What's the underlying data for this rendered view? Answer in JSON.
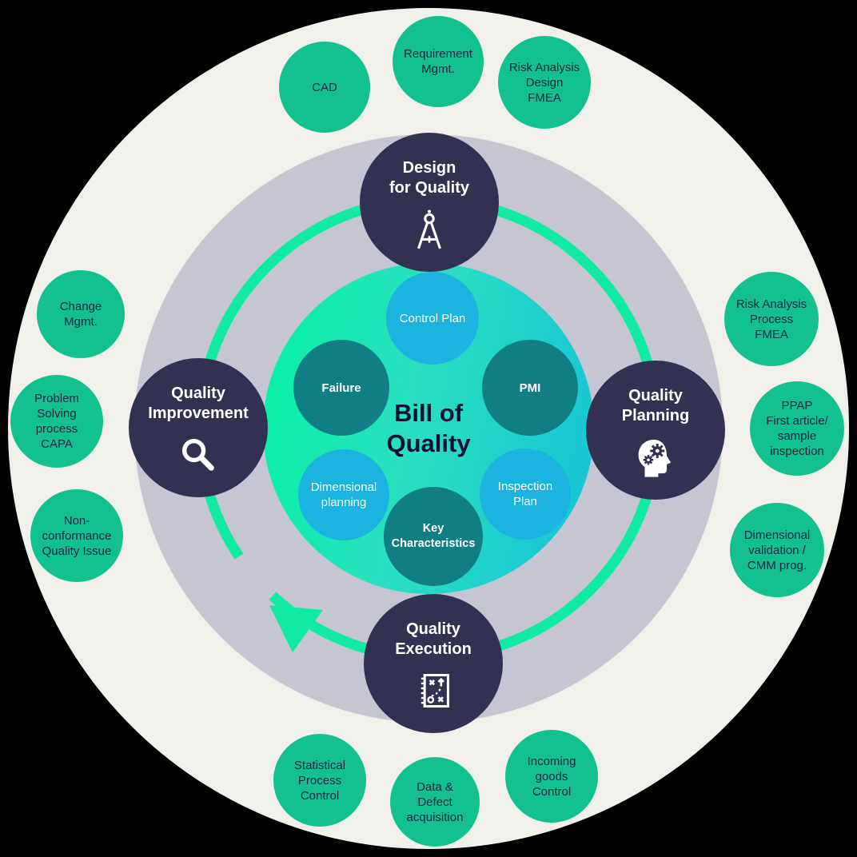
{
  "diagram": {
    "center_title": "Bill of\nQuality",
    "colors": {
      "outer_disc": "#f1f0ea",
      "middle_disc": "#c6c6d2",
      "core_gradient_left": "#06f2a4",
      "core_gradient_right": "#17c3d8",
      "cycle_ring_green": "#10eaa2",
      "sector_navy": "#333151",
      "outer_bubble_green": "#12c18f",
      "inner_bubble_blue": "#1cb3e0",
      "inner_bubble_teal": "#107e84",
      "dark_text": "#14263f",
      "light_text": "#ffffff"
    },
    "sectors": [
      {
        "label": "Design\nfor Quality",
        "icon": "compass-icon"
      },
      {
        "label": "Quality\nPlanning",
        "icon": "head-gears-icon"
      },
      {
        "label": "Quality\nExecution",
        "icon": "strategy-notebook-icon"
      },
      {
        "label": "Quality\nImprovement",
        "icon": "magnifier-icon"
      }
    ],
    "inner_bubbles": [
      {
        "label": "Control Plan"
      },
      {
        "label": "PMI"
      },
      {
        "label": "Inspection\nPlan"
      },
      {
        "label": "Key\nCharacteristics"
      },
      {
        "label": "Dimensional\nplanning"
      },
      {
        "label": "Failure"
      }
    ],
    "outer_bubbles": [
      {
        "label": "CAD"
      },
      {
        "label": "Requirement\nMgmt."
      },
      {
        "label": "Risk Analysis\nDesign\nFMEA"
      },
      {
        "label": "Risk Analysis\nProcess\nFMEA"
      },
      {
        "label": "PPAP\nFirst article/\nsample\ninspection"
      },
      {
        "label": "Dimensional\nvalidation /\nCMM prog."
      },
      {
        "label": "Incoming\ngoods\nControl"
      },
      {
        "label": "Data &\nDefect\nacquisition"
      },
      {
        "label": "Statistical\nProcess\nControl"
      },
      {
        "label": "Non-\nconformance\nQuality Issue"
      },
      {
        "label": "Problem\nSolving\nprocess\nCAPA"
      },
      {
        "label": "Change\nMgmt."
      }
    ]
  }
}
